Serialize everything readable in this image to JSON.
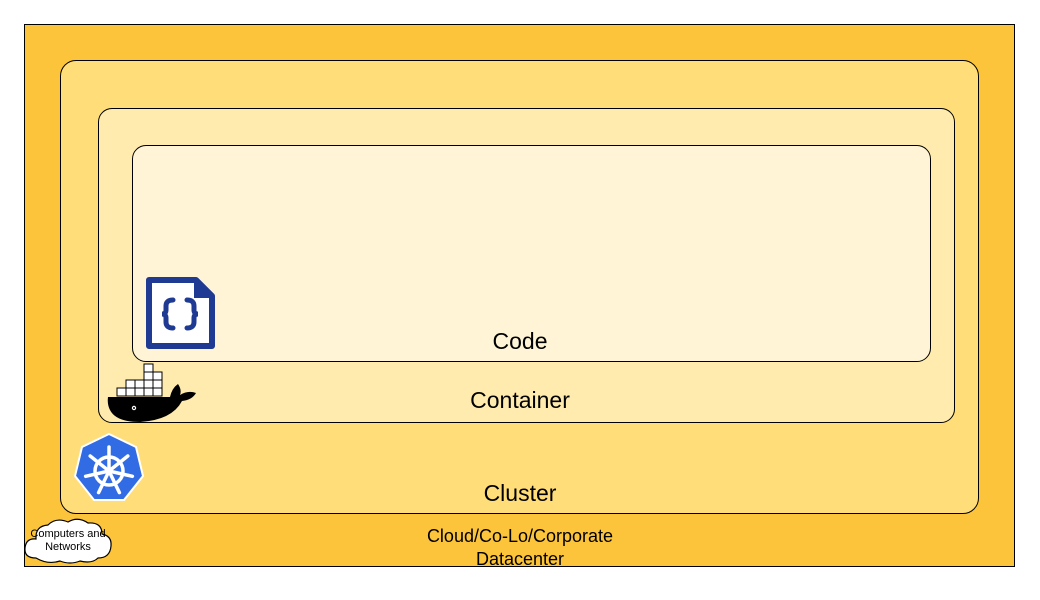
{
  "layers": {
    "datacenter": {
      "label_line1": "Cloud/Co-Lo/Corporate",
      "label_line2": "Datacenter",
      "color": "#FCC43A"
    },
    "cluster": {
      "label": "Cluster",
      "color": "#FFDE7A"
    },
    "container": {
      "label": "Container",
      "color": "#FFEBAE"
    },
    "code": {
      "label": "Code",
      "color": "#FFF5D6"
    }
  },
  "icons": {
    "code": "code-file-icon",
    "container": "docker-whale-icon",
    "cluster": "kubernetes-icon",
    "datacenter": "cloud-icon"
  },
  "cloud_note": {
    "line1": "Computers and",
    "line2": "Networks"
  }
}
